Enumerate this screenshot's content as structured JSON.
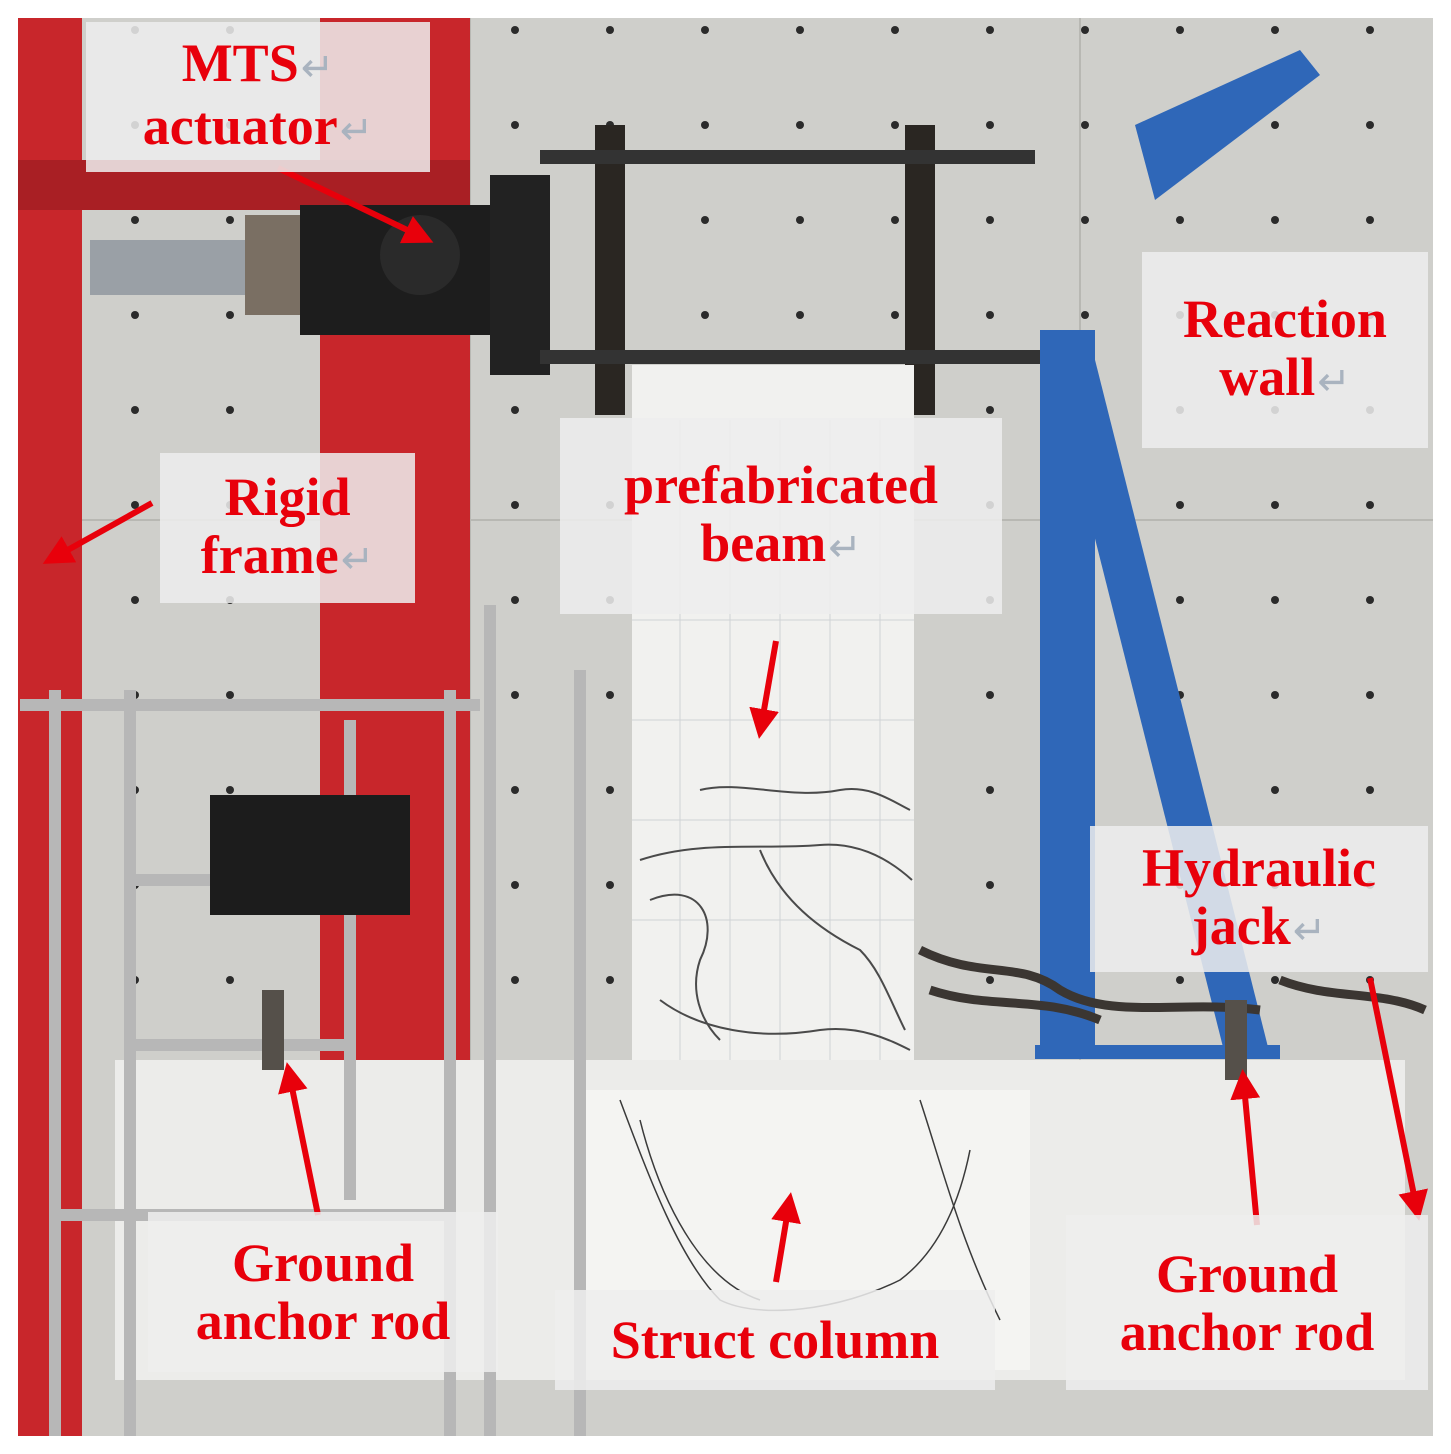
{
  "colors": {
    "label_text": "#e8000b",
    "arrow": "#e8000b",
    "label_box": "#eeeeee",
    "reaction_frame": "#2f67b8",
    "rigid_frame": "#c8262b",
    "wall": "#cfcfcb"
  },
  "return_mark": "↵",
  "labels": {
    "mts_actuator": {
      "line1": "MTS",
      "line2": "actuator"
    },
    "rigid_frame": {
      "line1": "Rigid",
      "line2": "frame"
    },
    "prefabricated_beam": {
      "line1": "prefabricated",
      "line2": "beam"
    },
    "reaction_wall": {
      "line1": "Reaction",
      "line2": "wall"
    },
    "hydraulic_jack": {
      "line1": "Hydraulic",
      "line2": "jack"
    },
    "ground_anchor_rod_left": {
      "line1": "Ground",
      "line2": "anchor rod"
    },
    "ground_anchor_rod_right": {
      "line1": "Ground",
      "line2": "anchor rod"
    },
    "struct_column": {
      "line1": "Struct column"
    }
  }
}
